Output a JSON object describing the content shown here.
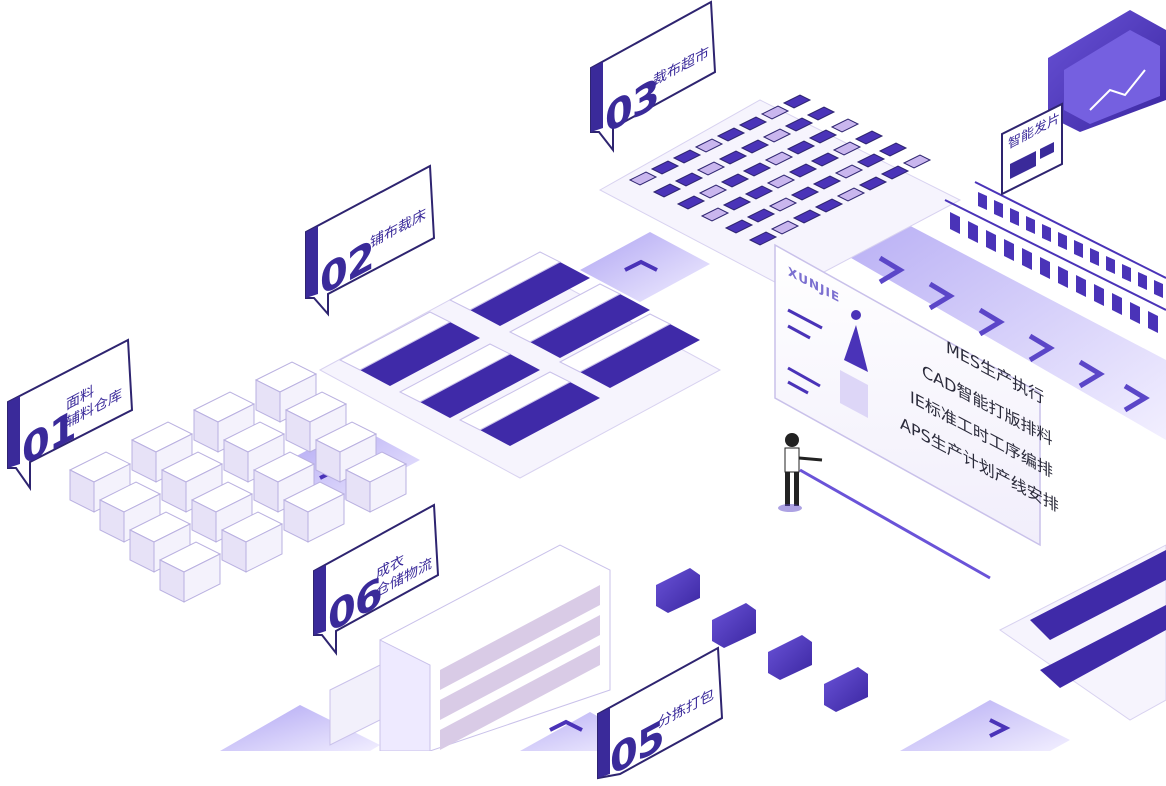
{
  "stations": [
    {
      "num": "01",
      "label_line1": "面料",
      "label_line2": "辅料仓库"
    },
    {
      "num": "02",
      "label_line1": "铺布裁床",
      "label_line2": ""
    },
    {
      "num": "03",
      "label_line1": "裁布超市",
      "label_line2": ""
    },
    {
      "num": "05",
      "label_line1": "分拣打包",
      "label_line2": ""
    },
    {
      "num": "06",
      "label_line1": "成衣",
      "label_line2": "仓储物流"
    }
  ],
  "smart_sign": {
    "label": "智能发片"
  },
  "panel": {
    "brand": "XUNJIE",
    "lines": [
      "MES生产执行",
      "CAD智能打版排料",
      "IE标准工时工序编排",
      "APS生产计划产线安排"
    ]
  },
  "colors": {
    "accent": "#4a33b8",
    "accent_light": "#8b7ee0",
    "lavender": "#ddd6f7",
    "ink": "#2a2a3a"
  }
}
